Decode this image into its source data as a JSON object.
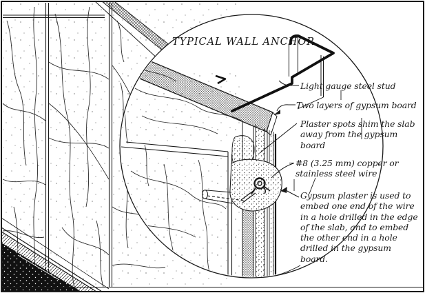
{
  "title": "TYPICAL WALL ANCHOR",
  "labels": {
    "steel_stud": "Light gauge steel stud",
    "gypsum_board": "Two layers of gypsum board",
    "plaster_spots": [
      "Plaster spots shim the slab",
      "away from the gypsum",
      "board"
    ],
    "wire": [
      "#8 (3.25 mm) copper or",
      "stainless steel wire"
    ],
    "gypsum_plaster": [
      "Gypsum plaster is used to",
      "embed one end of the wire",
      "in a hole drilled in the edge",
      "of the slab, and to embed",
      "the other end in a hole",
      "drilled in the gypsum",
      "board."
    ]
  },
  "colors": {
    "ink": "#1a1a1a",
    "paper": "#ffffff"
  }
}
